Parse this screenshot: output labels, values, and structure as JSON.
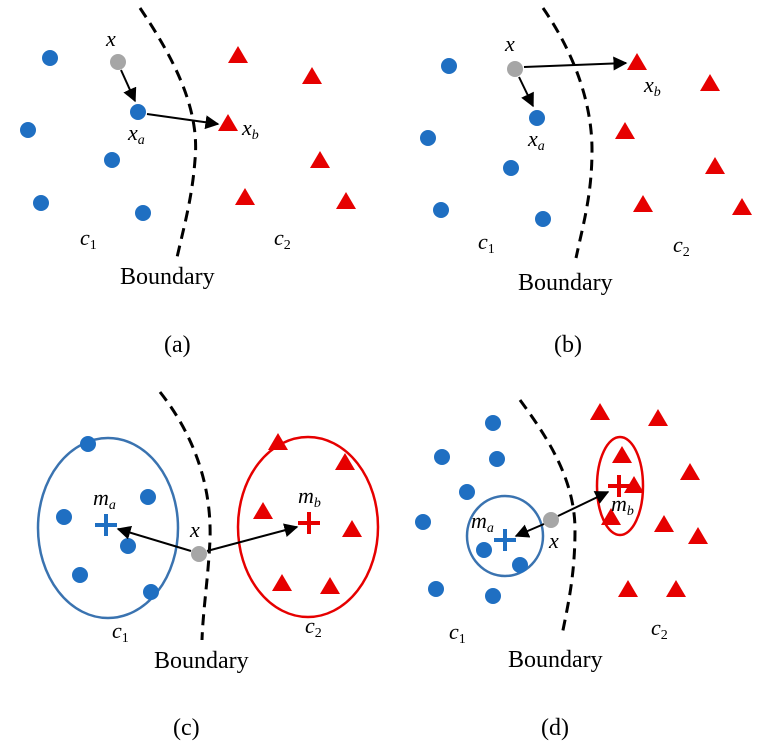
{
  "colors": {
    "blue": "#1f6fc2",
    "red": "#e60000",
    "gray": "#a6a6a6",
    "cluster_blue": "#3a73b0",
    "cluster_red": "#e60000",
    "line": "#000000"
  },
  "panels": {
    "a": {
      "caption": "(a)",
      "boundary_label": "Boundary",
      "c1": {
        "main": "c",
        "sub": "1"
      },
      "c2": {
        "main": "c",
        "sub": "2"
      },
      "x": "x",
      "xa": {
        "main": "x",
        "sub": "a"
      },
      "xb": {
        "main": "x",
        "sub": "b"
      }
    },
    "b": {
      "caption": "(b)",
      "boundary_label": "Boundary",
      "c1": {
        "main": "c",
        "sub": "1"
      },
      "c2": {
        "main": "c",
        "sub": "2"
      },
      "x": "x",
      "xa": {
        "main": "x",
        "sub": "a"
      },
      "xb": {
        "main": "x",
        "sub": "b"
      }
    },
    "c": {
      "caption": "(c)",
      "boundary_label": "Boundary",
      "c1": {
        "main": "c",
        "sub": "1"
      },
      "c2": {
        "main": "c",
        "sub": "2"
      },
      "x": "x",
      "ma": {
        "main": "m",
        "sub": "a"
      },
      "mb": {
        "main": "m",
        "sub": "b"
      }
    },
    "d": {
      "caption": "(d)",
      "boundary_label": "Boundary",
      "c1": {
        "main": "c",
        "sub": "1"
      },
      "c2": {
        "main": "c",
        "sub": "2"
      },
      "x": "x",
      "ma": {
        "main": "m",
        "sub": "a"
      },
      "mb": {
        "main": "m",
        "sub": "b"
      }
    }
  }
}
